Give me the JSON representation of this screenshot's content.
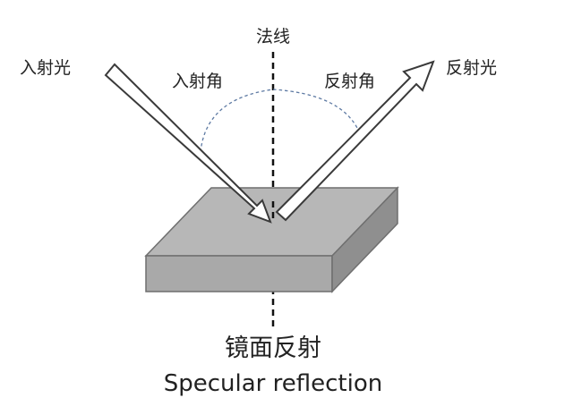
{
  "labels": {
    "normal_line": "法线",
    "incident_light": "入射光",
    "incident_angle": "入射角",
    "reflection_angle": "反射角",
    "reflected_light": "反射光"
  },
  "caption": {
    "chinese": "镜面反射",
    "english": "Specular reflection"
  },
  "colors": {
    "surface_top": "#b7b7b7",
    "surface_front": "#a9a9a9",
    "surface_side": "#8f8f8f",
    "surface_stroke": "#6f6f6f",
    "arrow_fill": "#ffffff",
    "arrow_stroke": "#3a3a3a",
    "normal_line": "#111111",
    "angle_arc": "#5e7aa3",
    "text": "#222222"
  }
}
